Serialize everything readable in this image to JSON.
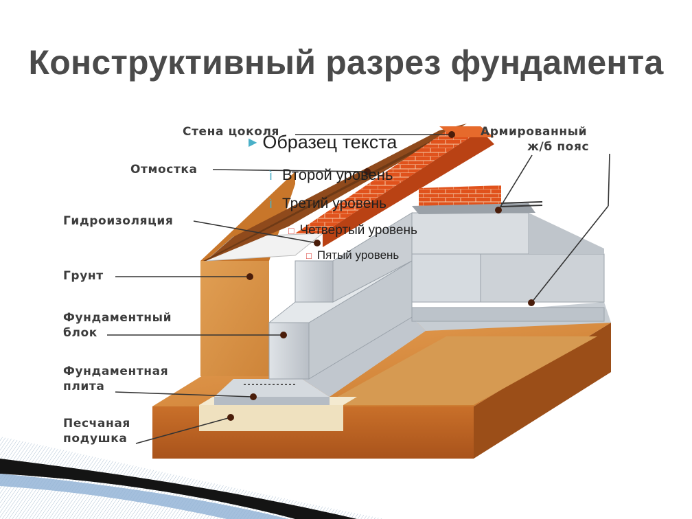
{
  "slide": {
    "title": "Конструктивный разрез фундамента"
  },
  "labels": {
    "wall": "Стена цоколя",
    "blind_area": "Отмостка",
    "waterproofing": "Гидроизоляция",
    "soil": "Грунт",
    "block_line1": "Фундаментный",
    "block_line2": "блок",
    "slab_line1": "Фундаментная",
    "slab_line2": "плита",
    "sand_line1": "Песчаная",
    "sand_line2": "подушка",
    "belt_line1": "Армированный",
    "belt_line2": "ж/б пояс"
  },
  "placeholder": {
    "level1": "Образец текста",
    "level2": "Второй уровень",
    "level3": "Третий уровень",
    "level4": "Четвертый уровень",
    "level5": "Пятый уровень"
  },
  "colors": {
    "title": "#4a4a4a",
    "soil": "#c8762a",
    "soil_dark": "#9b4e18",
    "sand": "#efe1bf",
    "concrete": "#c9ced3",
    "brick": "#e0521c",
    "bullet_teal": "#4ab0c8",
    "bullet_red": "#d9322a"
  },
  "icons": {
    "level1_bullet": "triangle-bullet-icon",
    "level2_bullet": "hook-bullet-icon",
    "level4_bullet": "square-bullet-icon"
  }
}
